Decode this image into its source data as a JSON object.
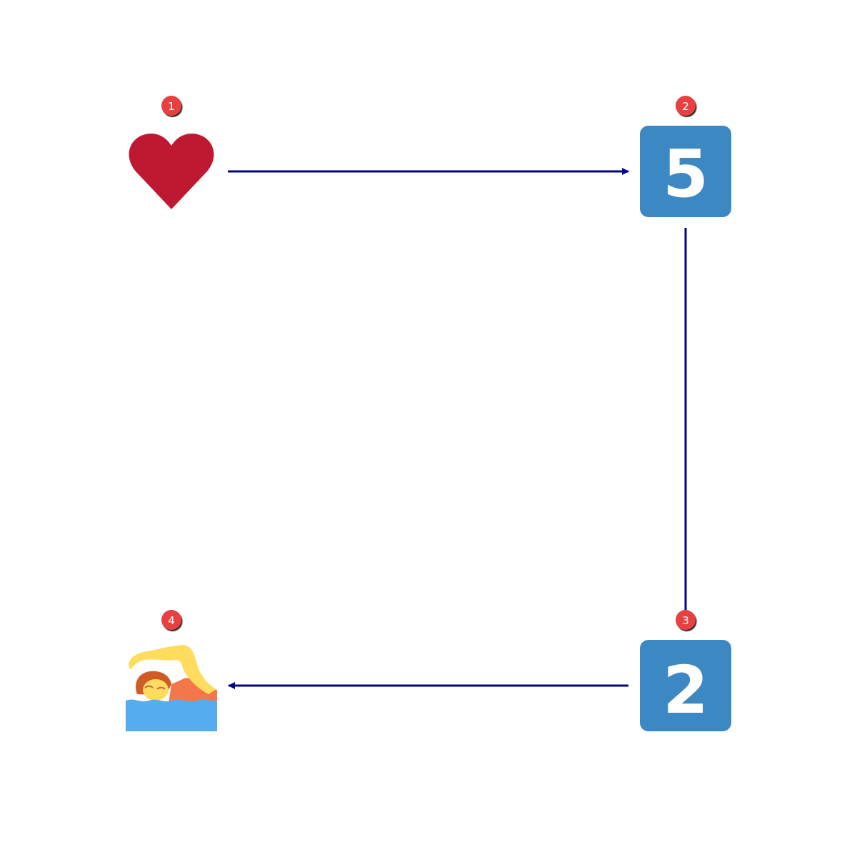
{
  "nodes": [
    {
      "badge": "1",
      "icon": "red-heart-icon"
    },
    {
      "badge": "2",
      "icon": "keycap-digit-five-icon",
      "key": "5"
    },
    {
      "badge": "3",
      "icon": "keycap-digit-two-icon",
      "key": "2"
    },
    {
      "badge": "4",
      "icon": "person-swimming-icon"
    }
  ],
  "edges": [
    {
      "from": "1",
      "to": "2",
      "arrow": "end"
    },
    {
      "from": "2",
      "to": "3",
      "arrow": "none"
    },
    {
      "from": "3",
      "to": "4",
      "arrow": "end"
    }
  ],
  "colors": {
    "edge": "#00008b",
    "badge": "#e8413f",
    "heart": "#be1931",
    "keycap": "#3b88c3",
    "skin": "#ffdc5d",
    "hair": "#d15b25",
    "swimsuit": "#f4764b",
    "water": "#55acee"
  }
}
